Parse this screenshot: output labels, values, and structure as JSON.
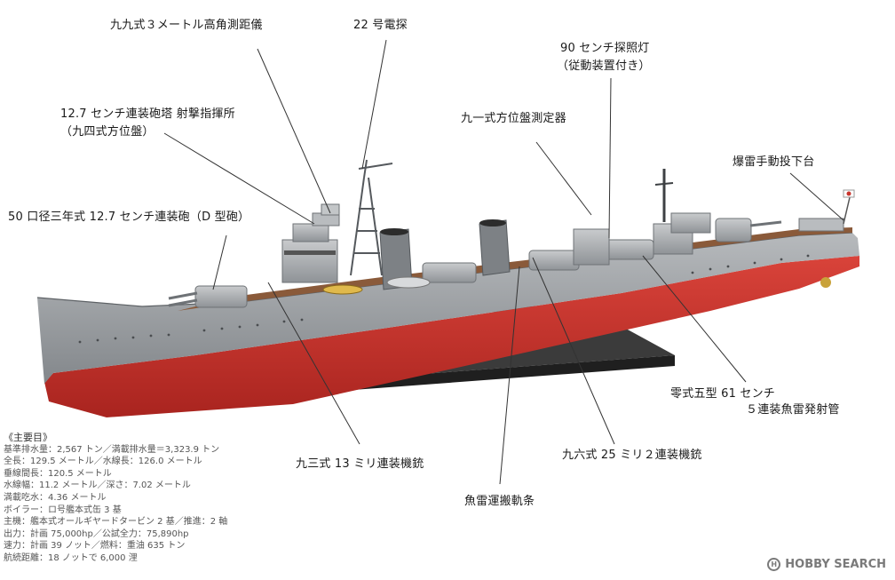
{
  "labels": {
    "rangefinder": "九九式３メートル高角測距儀",
    "radar": "22 号電探",
    "searchlight_1": "90 センチ探照灯",
    "searchlight_2": "（従動装置付き）",
    "director_1": "12.7 センチ連装砲塔 射撃指揮所",
    "director_2": "（九四式方位盤）",
    "torpedo_director": "九一式方位盤測定器",
    "depth_charge": "爆雷手動投下台",
    "main_gun": "50 口径三年式 12.7 センチ連装砲（D 型砲）",
    "torpedo_tubes_1": "零式五型 61 センチ",
    "torpedo_tubes_2": "５連装魚雷発射管",
    "mg_13mm": "九三式 13 ミリ連装機銃",
    "mg_25mm": "九六式 25 ミリ２連装機銃",
    "torpedo_rail": "魚雷運搬軌条"
  },
  "specs": {
    "heading": "《主要目》",
    "lines": [
      "基準排水量：2,567 トン／満載排水量＝3,323.9 トン",
      "全長：129.5 メートル／水線長：126.0 メートル",
      "垂線間長：120.5 メートル",
      "水線幅：11.2 メートル／深さ：7.02 メートル",
      "満載吃水：4.36 メートル",
      "ボイラー：ロ号艦本式缶 3 基",
      "主機：艦本式オールギヤードタービン 2 基／推進：2 軸",
      "出力：計画 75,000hp／公試全力：75,890hp",
      "速力：計画 39 ノット／燃料：重油 635 トン",
      "航続距離：18 ノットで 6,000 浬"
    ]
  },
  "watermark": {
    "brand": "HOBBY SEARCH",
    "logo_glyph": "H"
  },
  "colors": {
    "hull_gray": "#9c9fa3",
    "hull_red": "#c9352d",
    "deck_brown": "#8a5a3a",
    "stand_dark": "#3a3a3a"
  }
}
